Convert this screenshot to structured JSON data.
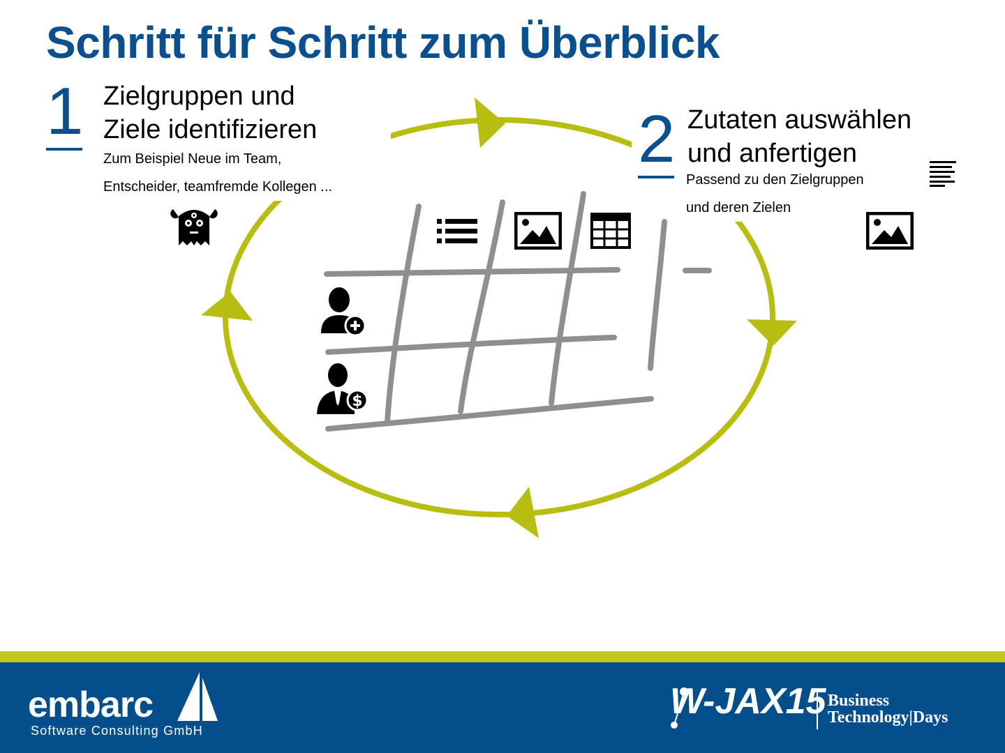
{
  "title": "Schritt für Schritt zum Überblick",
  "step1": {
    "number": "1",
    "heading_line1": "Zielgruppen und",
    "heading_line2": "Ziele identifizieren",
    "sub_line1": "Zum Beispiel Neue im Team,",
    "sub_line2": "Entscheider, teamfremde Kollegen ..."
  },
  "step2": {
    "number": "2",
    "heading_line1": "Zutaten auswählen",
    "heading_line2": "und anfertigen",
    "sub_line1": "Passend zu den Zielgruppen",
    "sub_line2": "und deren Zielen"
  },
  "icons": {
    "monster": "monster-icon",
    "list": "list-icon",
    "image": "image-icon",
    "table": "table-icon",
    "text_lines": "text-lines-icon",
    "user_add": "user-add-icon",
    "businessman": "businessman-dollar-icon"
  },
  "colors": {
    "title_blue": "#0b4f8c",
    "cycle_green": "#b8bd12",
    "footer_blue": "#034e8b",
    "footer_stripe": "#c2c61a"
  },
  "footer": {
    "embarc_word": "embarc",
    "embarc_sub": "Software Consulting GmbH",
    "wjax_word": "W-JAX15",
    "business_line1": "Business",
    "business_line2": "Technology|Days"
  }
}
